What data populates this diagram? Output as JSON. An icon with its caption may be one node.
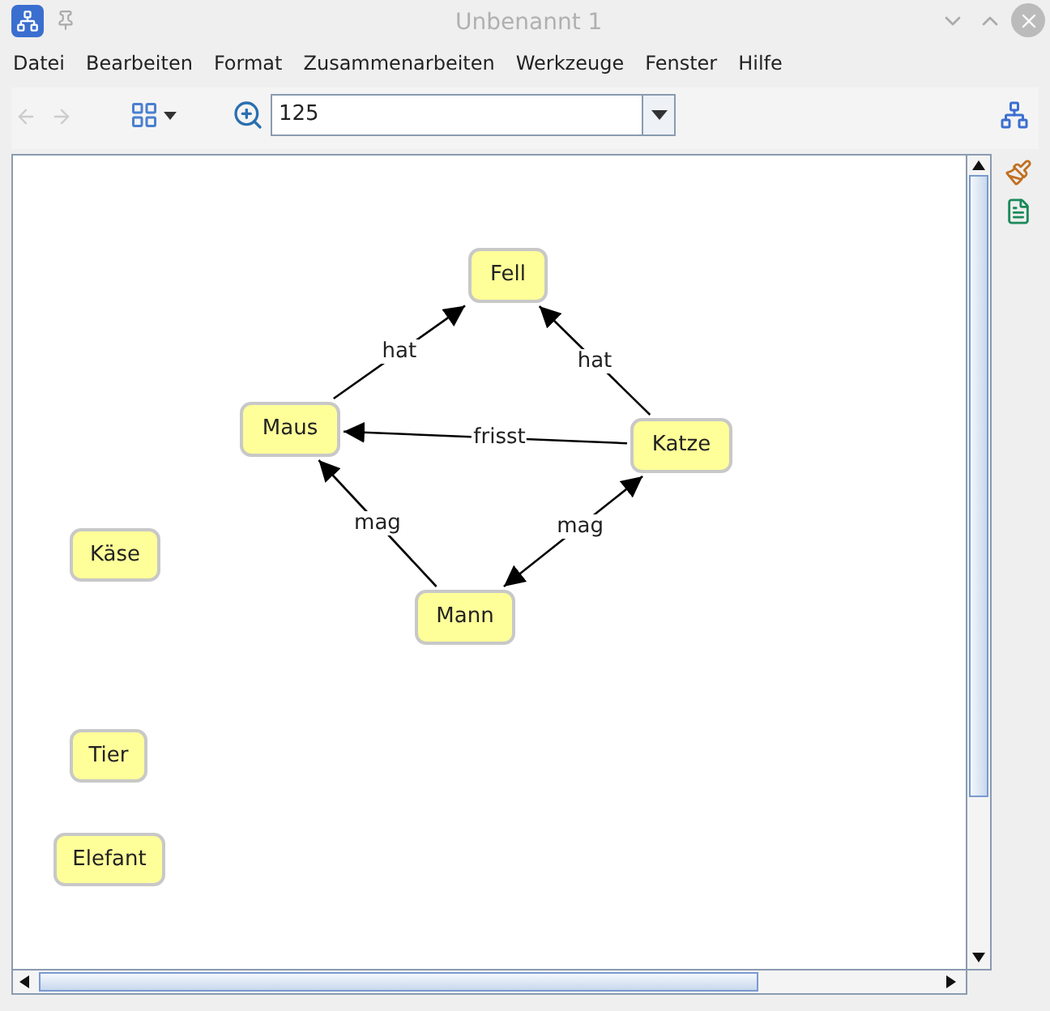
{
  "diagram": {
    "title": "Unbenannt 1",
    "nodes": [
      {
        "text": [
          "Fell"
        ]
      },
      {
        "text": [
          "Maus"
        ]
      },
      {
        "text": [
          "Katze"
        ]
      },
      {
        "text": [
          "Käse"
        ]
      },
      {
        "text": [
          "Mann"
        ]
      },
      {
        "text": [
          "Tier"
        ]
      },
      {
        "text": [
          "Elefant"
        ]
      }
    ],
    "edges": [
      {
        "from": 1,
        "to": 0,
        "arrow": "to",
        "label": "hat"
      },
      {
        "from": 2,
        "to": 0,
        "arrow": "to",
        "label": "hat"
      },
      {
        "from": 2,
        "to": 1,
        "arrow": "to",
        "label": "frisst"
      },
      {
        "from": 4,
        "to": 1,
        "arrow": "to",
        "label": "mag"
      },
      {
        "from": 4,
        "to": 2,
        "arrow": "both",
        "label": "mag"
      }
    ],
    "labels": [
      "Datei",
      "Bearbeiten",
      "Format",
      "Zusammenarbeiten",
      "Werkzeuge",
      "Fenster",
      "Hilfe",
      "125"
    ]
  }
}
